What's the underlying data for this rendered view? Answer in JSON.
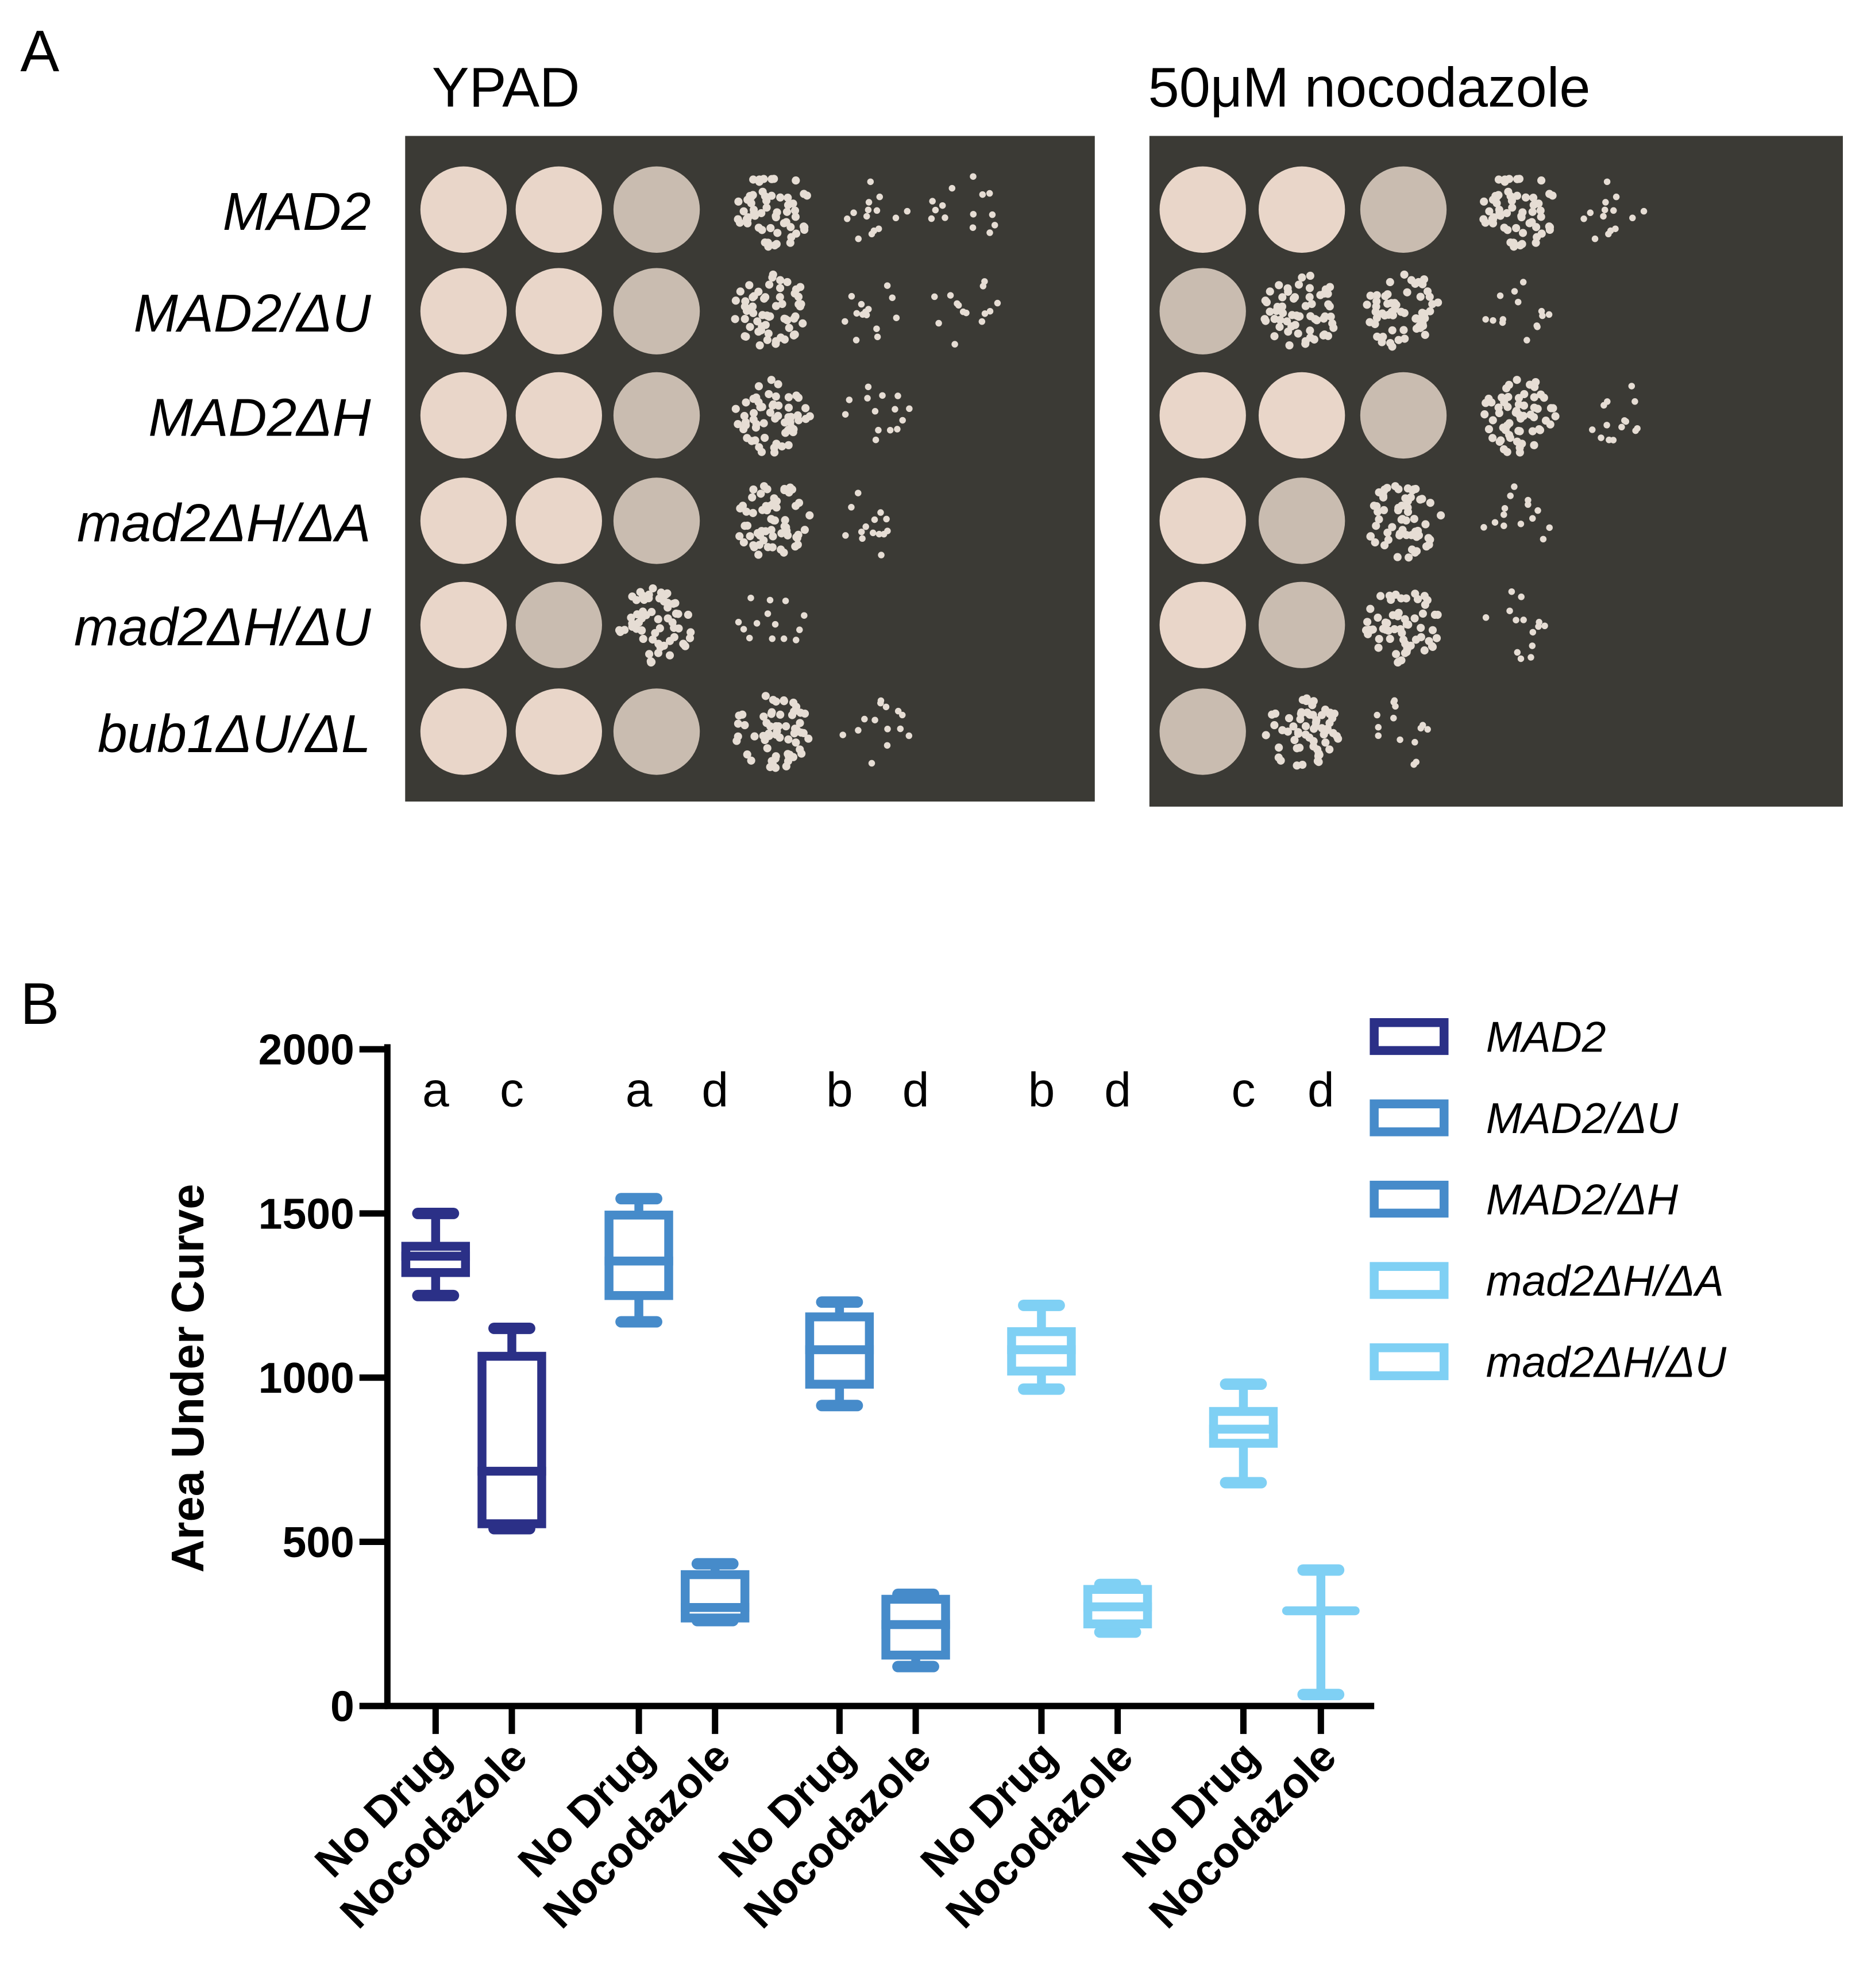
{
  "panels": {
    "a": "A",
    "b": "B"
  },
  "plates": {
    "left_title": "YPAD",
    "right_title": "50μM nocodazole",
    "strains": [
      "MAD2",
      "MAD2/ΔU",
      "MAD2ΔH",
      "mad2ΔH/ΔA",
      "mad2ΔH/ΔU",
      "bub1ΔU/ΔL"
    ]
  },
  "chart_data": {
    "type": "box",
    "ylabel": "Area Under Curve",
    "xlabel": "",
    "ylim": [
      0,
      2000
    ],
    "yticks": [
      0,
      500,
      1000,
      1500,
      2000
    ],
    "categories": [
      "No Drug",
      "Nocodazole",
      "No Drug",
      "Nocodazole",
      "No Drug",
      "Nocodazole",
      "No Drug",
      "Nocodazole",
      "No Drug",
      "Nocodazole"
    ],
    "legend_position": "right",
    "series": [
      {
        "name": "MAD2",
        "color": "#2b3087",
        "boxes": [
          {
            "condition": "No Drug",
            "min": 1250,
            "q1": 1320,
            "median": 1370,
            "q3": 1400,
            "max": 1500,
            "letter": "a"
          },
          {
            "condition": "Nocodazole",
            "min": 540,
            "q1": 555,
            "median": 715,
            "q3": 1065,
            "max": 1150,
            "letter": "c"
          }
        ]
      },
      {
        "name": "MAD2/ΔU",
        "color": "#468bca",
        "boxes": [
          {
            "condition": "No Drug",
            "min": 1170,
            "q1": 1250,
            "median": 1355,
            "q3": 1495,
            "max": 1545,
            "letter": "a"
          },
          {
            "condition": "Nocodazole",
            "min": 260,
            "q1": 268,
            "median": 300,
            "q3": 400,
            "max": 433,
            "letter": "d"
          }
        ]
      },
      {
        "name": "MAD2/ΔH",
        "color": "#468bca",
        "boxes": [
          {
            "condition": "No Drug",
            "min": 915,
            "q1": 980,
            "median": 1085,
            "q3": 1185,
            "max": 1230,
            "letter": "b"
          },
          {
            "condition": "Nocodazole",
            "min": 120,
            "q1": 155,
            "median": 248,
            "q3": 325,
            "max": 340,
            "letter": "d"
          }
        ]
      },
      {
        "name": "mad2ΔH/ΔA",
        "color": "#7fd0f4",
        "boxes": [
          {
            "condition": "No Drug",
            "min": 965,
            "q1": 1020,
            "median": 1085,
            "q3": 1140,
            "max": 1220,
            "letter": "b"
          },
          {
            "condition": "Nocodazole",
            "min": 225,
            "q1": 250,
            "median": 302,
            "q3": 355,
            "max": 370,
            "letter": "d"
          }
        ]
      },
      {
        "name": "mad2ΔH/ΔU",
        "color": "#7fd0f4",
        "boxes": [
          {
            "condition": "No Drug",
            "min": 680,
            "q1": 800,
            "median": 843,
            "q3": 897,
            "max": 980,
            "letter": "c"
          },
          {
            "condition": "Nocodazole",
            "min": 35,
            "q1": 290,
            "median": 290,
            "q3": 290,
            "max": 414,
            "letter": "d"
          }
        ]
      }
    ]
  }
}
